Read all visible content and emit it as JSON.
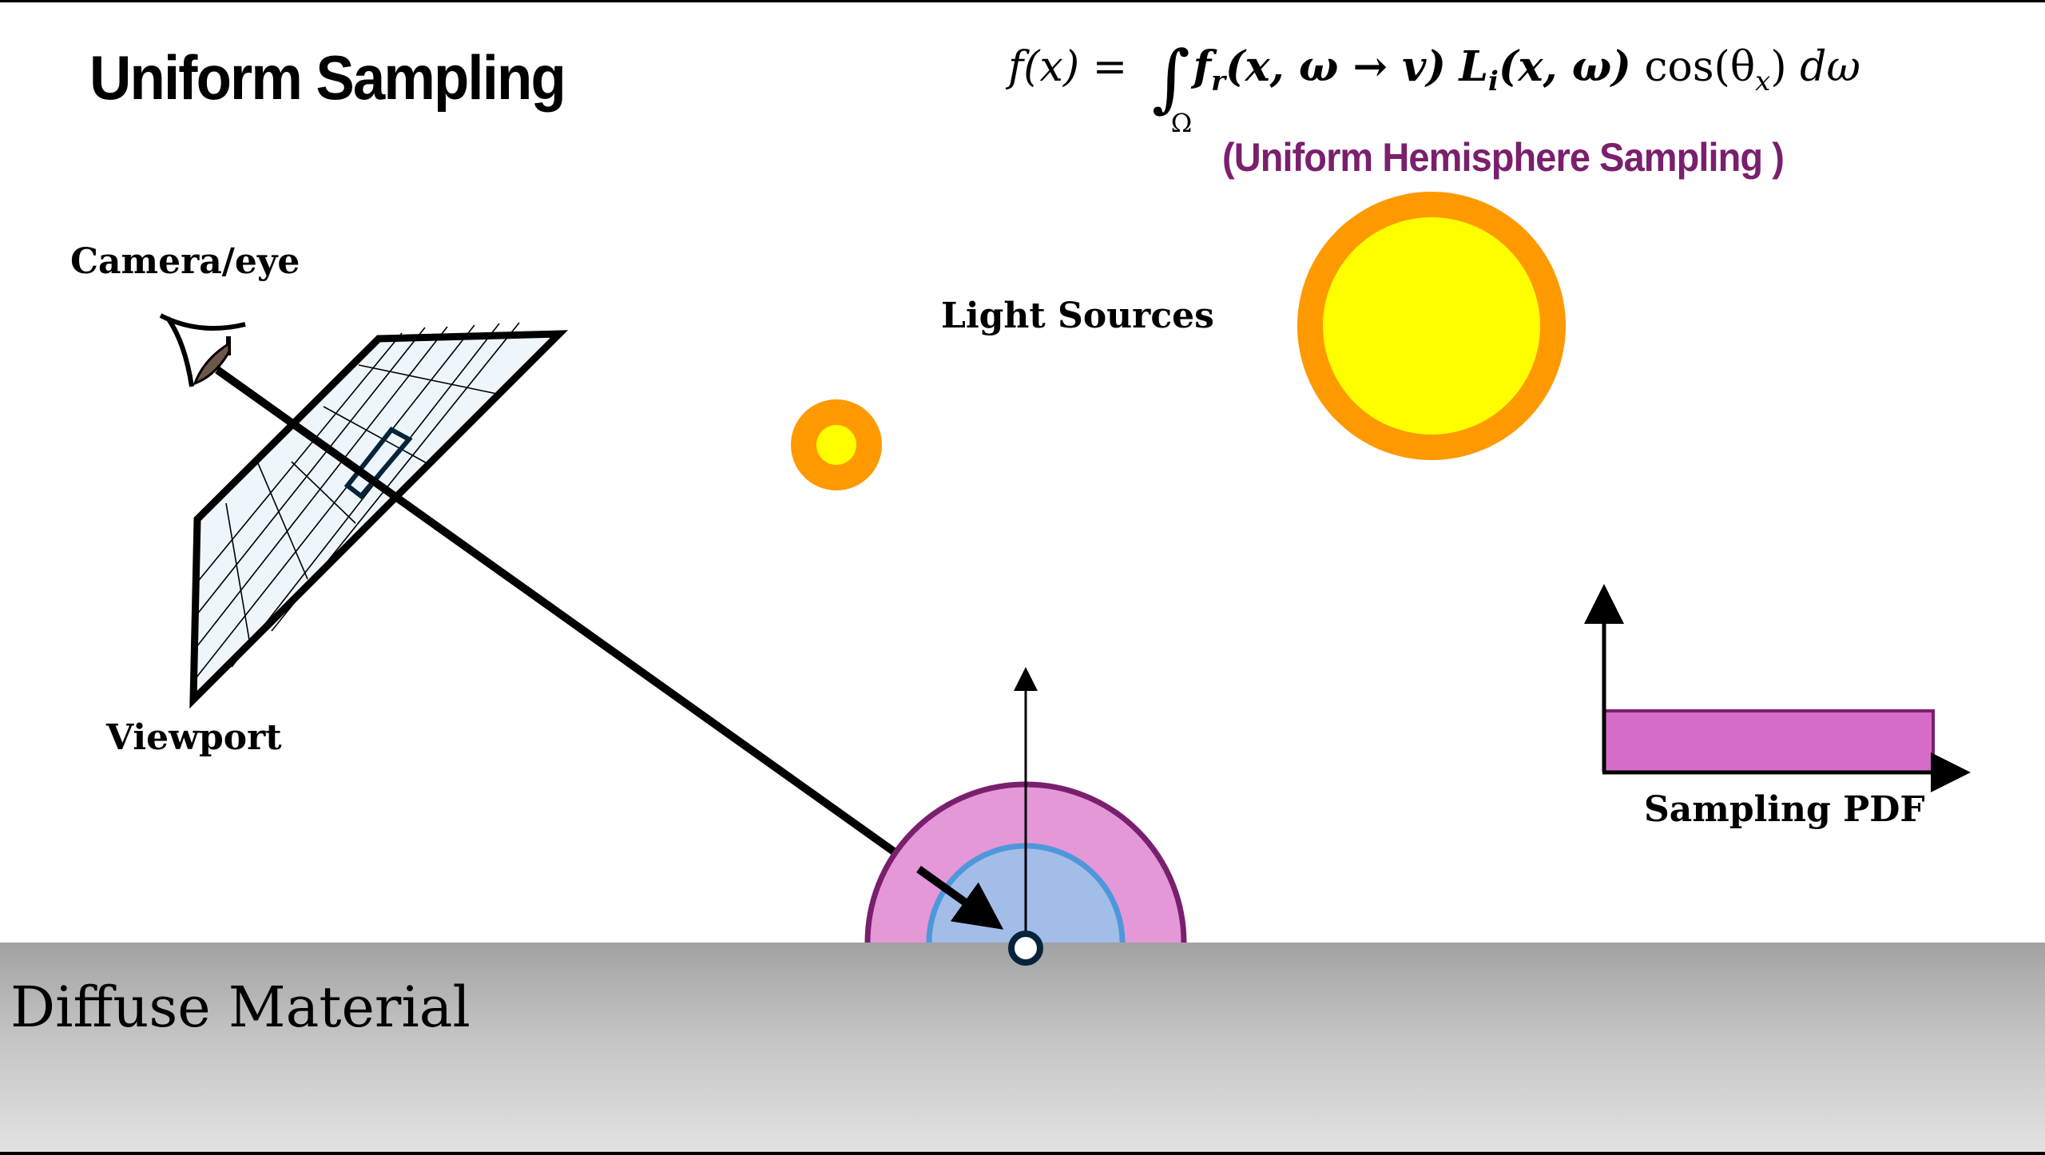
{
  "slide": {
    "title": "Uniform Sampling",
    "subtitle": "(Uniform Hemisphere Sampling )",
    "formula": {
      "lhs": "f(x) =",
      "integral": "∫",
      "domain": "Ω",
      "brdf": "f",
      "brdf_sub": "r",
      "brdf_args": "(x, ω → v)",
      "radiance": "L",
      "radiance_sub": "i",
      "radiance_args": "(x, ω)",
      "cos": "cos(θ",
      "cos_sub": "x",
      "cos_close": ")",
      "measure": "dω"
    },
    "labels": {
      "camera": "Camera/eye",
      "viewport": "Viewport",
      "light_sources": "Light Sources",
      "sampling_pdf": "Sampling PDF",
      "material": "Diffuse Material"
    },
    "icons": {
      "eye": "eye-icon",
      "viewport": "viewport-grid",
      "light_small": "light-source-small",
      "light_large": "light-source-large",
      "hemisphere": "hemisphere",
      "surface_point": "surface-point",
      "normal": "normal-arrow",
      "ray": "camera-ray-arrow",
      "pdf_plot": "pdf-plot"
    },
    "colors": {
      "subtitle": "#7a1f6e",
      "light_outer": "#ff9900",
      "light_inner": "#ffff00",
      "hemisphere_outer_fill": "#e498d8",
      "hemisphere_outer_stroke": "#7a1f6e",
      "hemisphere_inner_fill": "#a2bde8",
      "hemisphere_inner_stroke": "#4f97db",
      "pdf_fill": "#d76cc8",
      "pdf_stroke": "#7a1f6e",
      "viewport_fill": "#eef6fc",
      "ground_top": "#a2a2a2",
      "ground_bottom": "#e2e2e2",
      "point_stroke": "#06243a"
    }
  }
}
